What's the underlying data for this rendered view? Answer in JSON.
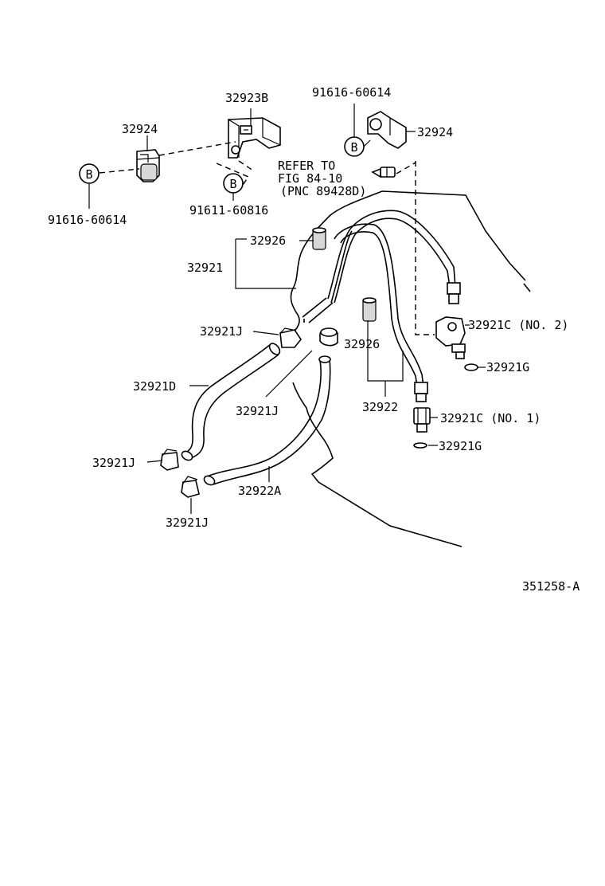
{
  "labels": {
    "p32923B": "32923B",
    "p91616_top": "91616-60614",
    "p32924_left": "32924",
    "p32924_right": "32924",
    "p91616_left": "91616-60614",
    "p91611": "91611-60816",
    "refer_1": "REFER TO",
    "refer_2": "FIG 84-10",
    "refer_3": "(PNC 89428D)",
    "p32926_top": "32926",
    "p32921": "32921",
    "p32921C_no2": "32921C (NO. 2)",
    "p32921J_a": "32921J",
    "p32926_mid": "32926",
    "p32921G_a": "32921G",
    "p32921D": "32921D",
    "p32921J_b": "32921J",
    "p32922": "32922",
    "p32921C_no1": "32921C (NO. 1)",
    "p32921G_b": "32921G",
    "p32921J_c": "32921J",
    "p32922A": "32922A",
    "p32921J_d": "32921J",
    "diagram_id": "351258-A"
  },
  "bolt_letter": "B"
}
